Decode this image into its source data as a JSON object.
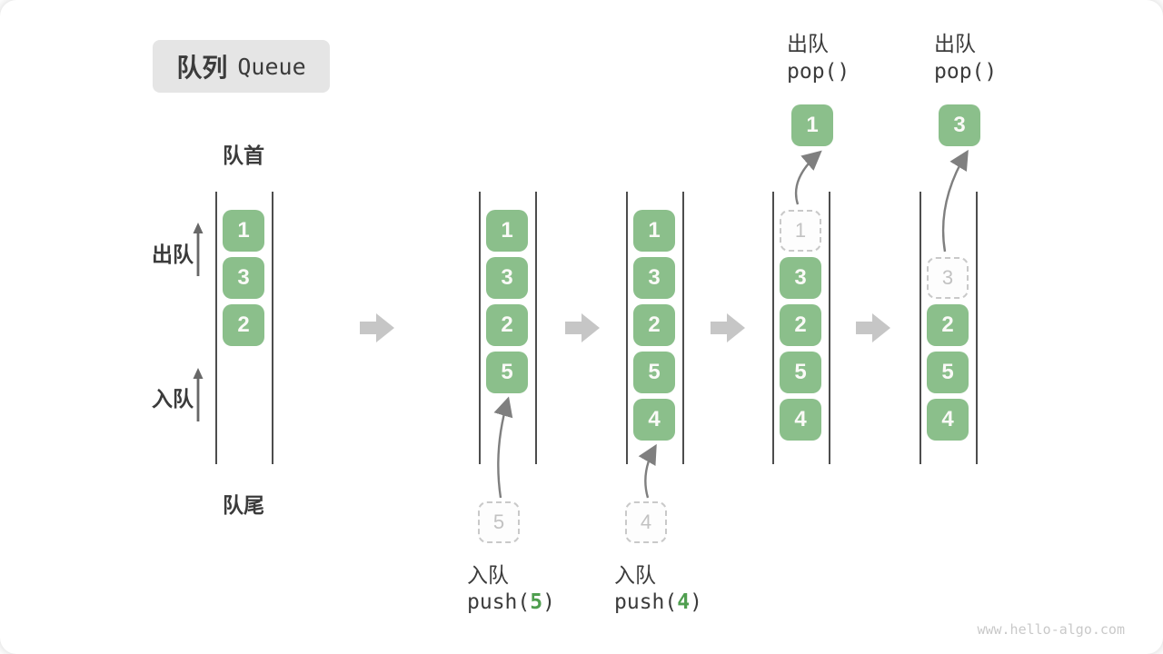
{
  "title": {
    "zh": "队列",
    "en": "Queue"
  },
  "labels": {
    "front": "队首",
    "rear": "队尾",
    "dequeue_side": "出队",
    "enqueue_side": "入队"
  },
  "watermark": "www.hello-algo.com",
  "colors": {
    "box_green": "#8bbf8b",
    "box_text": "#fafaf7",
    "accent_green": "#4f9e4f",
    "ghost_border": "#c9c9c9",
    "ghost_text": "#c2c2c2",
    "label_dark": "#3b3b3b",
    "line_dark": "#4d4d4d",
    "thin_arrow": "#7f7f7f",
    "side_arrow": "#686868",
    "block_arrow": "#c6c6c6",
    "title_bg": "#e5e5e5",
    "watermark_gray": "#c9c9c9"
  },
  "diagram": {
    "type": "queue-states",
    "slot_count": 5,
    "states": [
      {
        "name": "initial",
        "slots": [
          {
            "v": "1"
          },
          {
            "v": "3"
          },
          {
            "v": "2"
          },
          null,
          null
        ]
      },
      {
        "name": "after-push-5",
        "slots": [
          {
            "v": "1"
          },
          {
            "v": "3"
          },
          {
            "v": "2"
          },
          {
            "v": "5"
          },
          null
        ],
        "enqueue": {
          "label": "入队",
          "code_fn": "push(",
          "arg": "5",
          "code_close": ")",
          "ghost": "5"
        }
      },
      {
        "name": "after-push-4",
        "slots": [
          {
            "v": "1"
          },
          {
            "v": "3"
          },
          {
            "v": "2"
          },
          {
            "v": "5"
          },
          {
            "v": "4"
          }
        ],
        "enqueue": {
          "label": "入队",
          "code_fn": "push(",
          "arg": "4",
          "code_close": ")",
          "ghost": "4"
        }
      },
      {
        "name": "pop-1",
        "slots": [
          {
            "v": "1",
            "ghost": true
          },
          {
            "v": "3"
          },
          {
            "v": "2"
          },
          {
            "v": "5"
          },
          {
            "v": "4"
          }
        ],
        "dequeue": {
          "label": "出队",
          "code": "pop()",
          "popped": "1"
        }
      },
      {
        "name": "pop-3",
        "slots": [
          null,
          {
            "v": "3",
            "ghost": true
          },
          {
            "v": "2"
          },
          {
            "v": "5"
          },
          {
            "v": "4"
          }
        ],
        "dequeue": {
          "label": "出队",
          "code": "pop()",
          "popped": "3"
        }
      }
    ]
  }
}
